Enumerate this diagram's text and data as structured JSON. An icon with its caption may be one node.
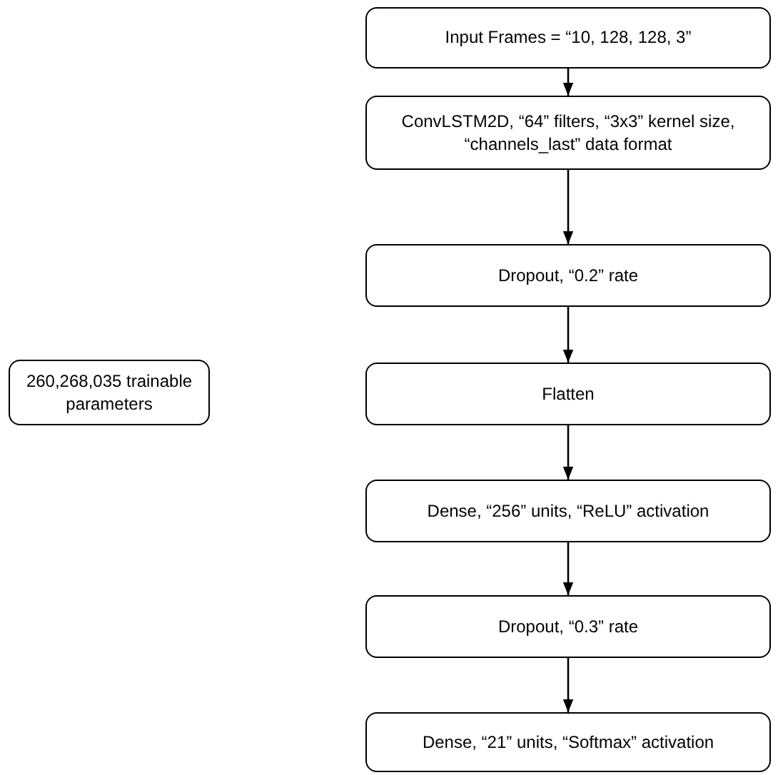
{
  "diagram": {
    "nodes": [
      {
        "text": [
          "Input Frames = “10, 128, 128, 3”"
        ]
      },
      {
        "text": [
          "ConvLSTM2D, “64” filters, “3x3” kernel size, “channels_last” data format"
        ]
      },
      {
        "text": [
          "Dropout, “0.2” rate"
        ]
      },
      {
        "text": [
          "Flatten"
        ]
      },
      {
        "text": [
          "Dense, “256” units, “ReLU” activation"
        ]
      },
      {
        "text": [
          "Dropout, “0.3” rate"
        ]
      },
      {
        "text": [
          "Dense, “21” units, “Softmax” activation"
        ]
      },
      {
        "text": [
          "260,268,035 trainable parameters"
        ]
      }
    ],
    "edges": [
      {
        "from": 0,
        "to": 1,
        "arrow": "to"
      },
      {
        "from": 1,
        "to": 2,
        "arrow": "to"
      },
      {
        "from": 2,
        "to": 3,
        "arrow": "to"
      },
      {
        "from": 3,
        "to": 4,
        "arrow": "to"
      },
      {
        "from": 4,
        "to": 5,
        "arrow": "to"
      },
      {
        "from": 5,
        "to": 6,
        "arrow": "to"
      }
    ]
  }
}
